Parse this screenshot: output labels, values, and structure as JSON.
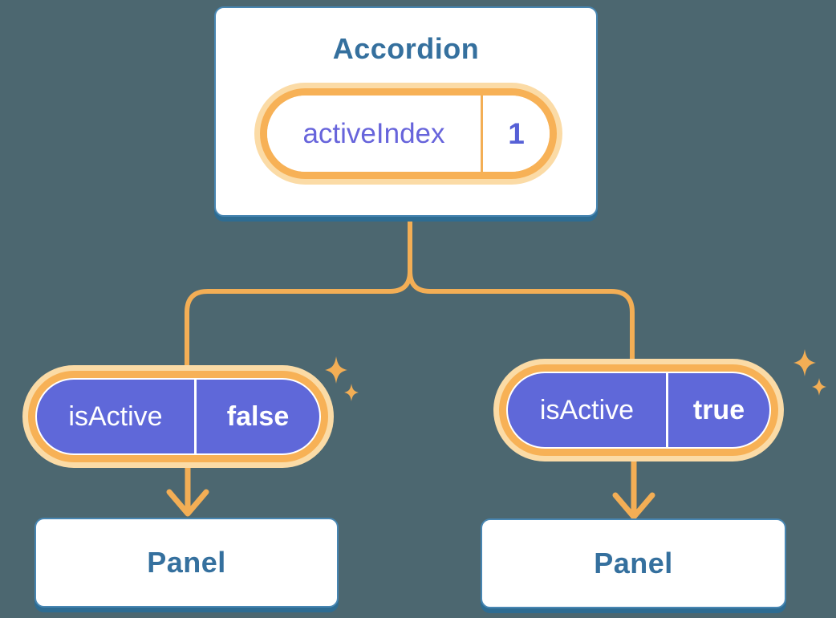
{
  "colors": {
    "background": "#4C6770",
    "card_border": "#4886B2",
    "card_shadow": "#2E6C92",
    "heading_text": "#35709E",
    "pill_ring": "#F7B156",
    "pill_glow": "#FBDBA6",
    "connector": "#F3AE55",
    "prop_pill_fill": "#5F68D9",
    "state_label_text": "#6764DB",
    "state_value_text": "#5660D6",
    "prop_text": "#FFFFFF"
  },
  "diagram": {
    "root": {
      "title": "Accordion",
      "state": {
        "label": "activeIndex",
        "value": "1"
      }
    },
    "children": [
      {
        "prop": {
          "label": "isActive",
          "value": "false"
        },
        "child": {
          "title": "Panel"
        }
      },
      {
        "prop": {
          "label": "isActive",
          "value": "true"
        },
        "child": {
          "title": "Panel"
        }
      }
    ],
    "icons": {
      "sparkle": "four-point-star",
      "arrow": "arrow-down",
      "connector": "tree-branch"
    }
  }
}
